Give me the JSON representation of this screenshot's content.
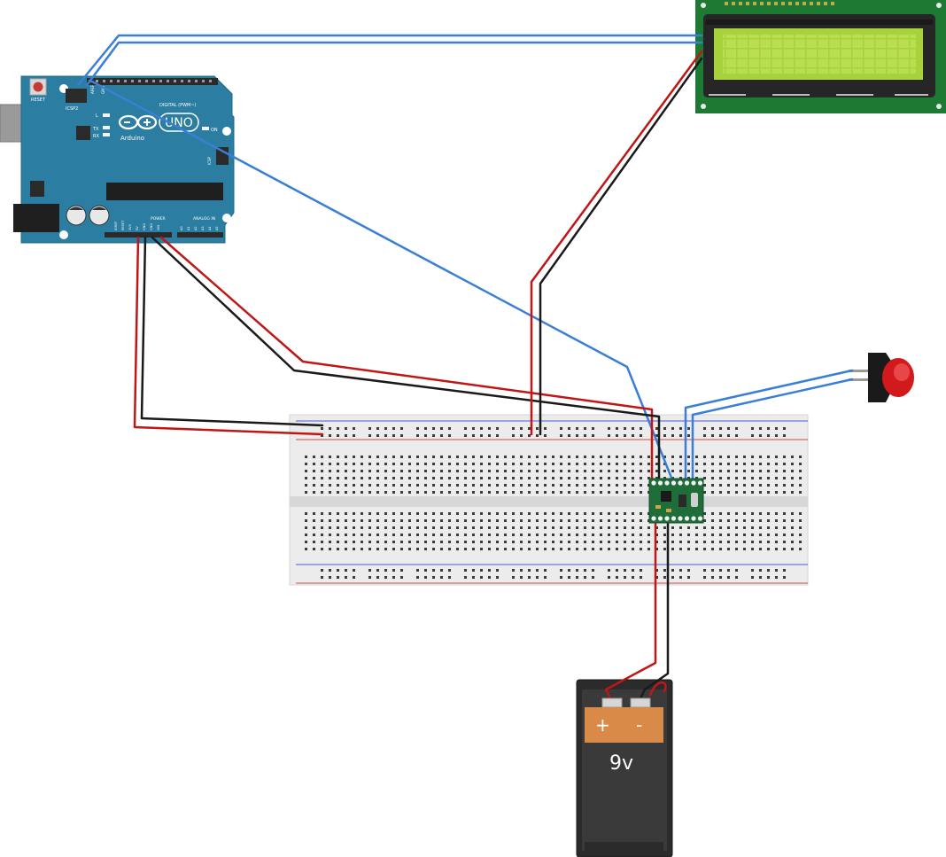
{
  "arduino": {
    "reset_label": "RESET",
    "icsp2_label": "ICSP2",
    "brand": "Arduino",
    "model": "UNO",
    "led_l": "L",
    "led_tx": "TX",
    "led_rx": "RX",
    "on_label": "ON",
    "icsp_label": "ICSP",
    "digital_label": "DIGITAL (PWM~)",
    "power_label": "POWER",
    "analog_label": "ANALOG IN",
    "aref_label": "AREF",
    "gnd_label": "GND",
    "power_pins": [
      "IOREF",
      "RESET",
      "3V3",
      "5V",
      "GND",
      "GND",
      "VIN"
    ],
    "analog_pins": [
      "A0",
      "A1",
      "A2",
      "A3",
      "A4",
      "A5"
    ]
  },
  "battery": {
    "plus": "+",
    "minus": "-",
    "voltage": "9v"
  },
  "colors": {
    "wire_red": "#c01616",
    "wire_black": "#1a1a1a",
    "wire_blue": "#3a7fd5",
    "arduino_board": "#2b7ea1",
    "lcd_board": "#1c7a33",
    "lcd_screen": "#a8d23b",
    "button_cap": "#d2191c",
    "battery_label": "#d98a48",
    "module_board": "#1f6e3a"
  },
  "icons": {
    "arduino": "arduino-uno-board",
    "lcd": "lcd-16x2-display",
    "breadboard": "breadboard",
    "module": "mp3-player-module",
    "button": "push-button",
    "battery": "9v-battery"
  }
}
